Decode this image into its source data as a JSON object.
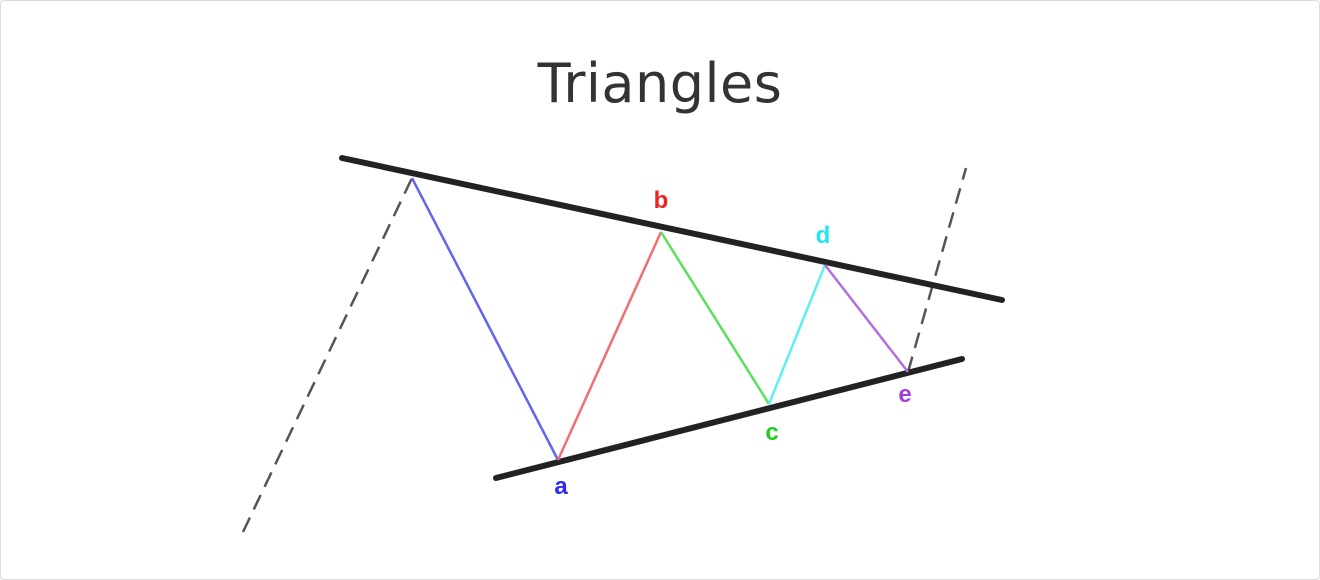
{
  "title": "Triangles",
  "points": {
    "a": {
      "label": "a",
      "color": "#2a2af0"
    },
    "b": {
      "label": "b",
      "color": "#ee2222"
    },
    "c": {
      "label": "c",
      "color": "#22cc22"
    },
    "d": {
      "label": "d",
      "color": "#22e5ee"
    },
    "e": {
      "label": "e",
      "color": "#a040d8"
    }
  },
  "colors": {
    "wave_a": "#6464f0",
    "wave_b": "#f07070",
    "wave_c": "#5ce05c",
    "wave_d": "#60eef0",
    "wave_e": "#b070e0",
    "trendline": "#222222",
    "dashed": "#555555"
  }
}
